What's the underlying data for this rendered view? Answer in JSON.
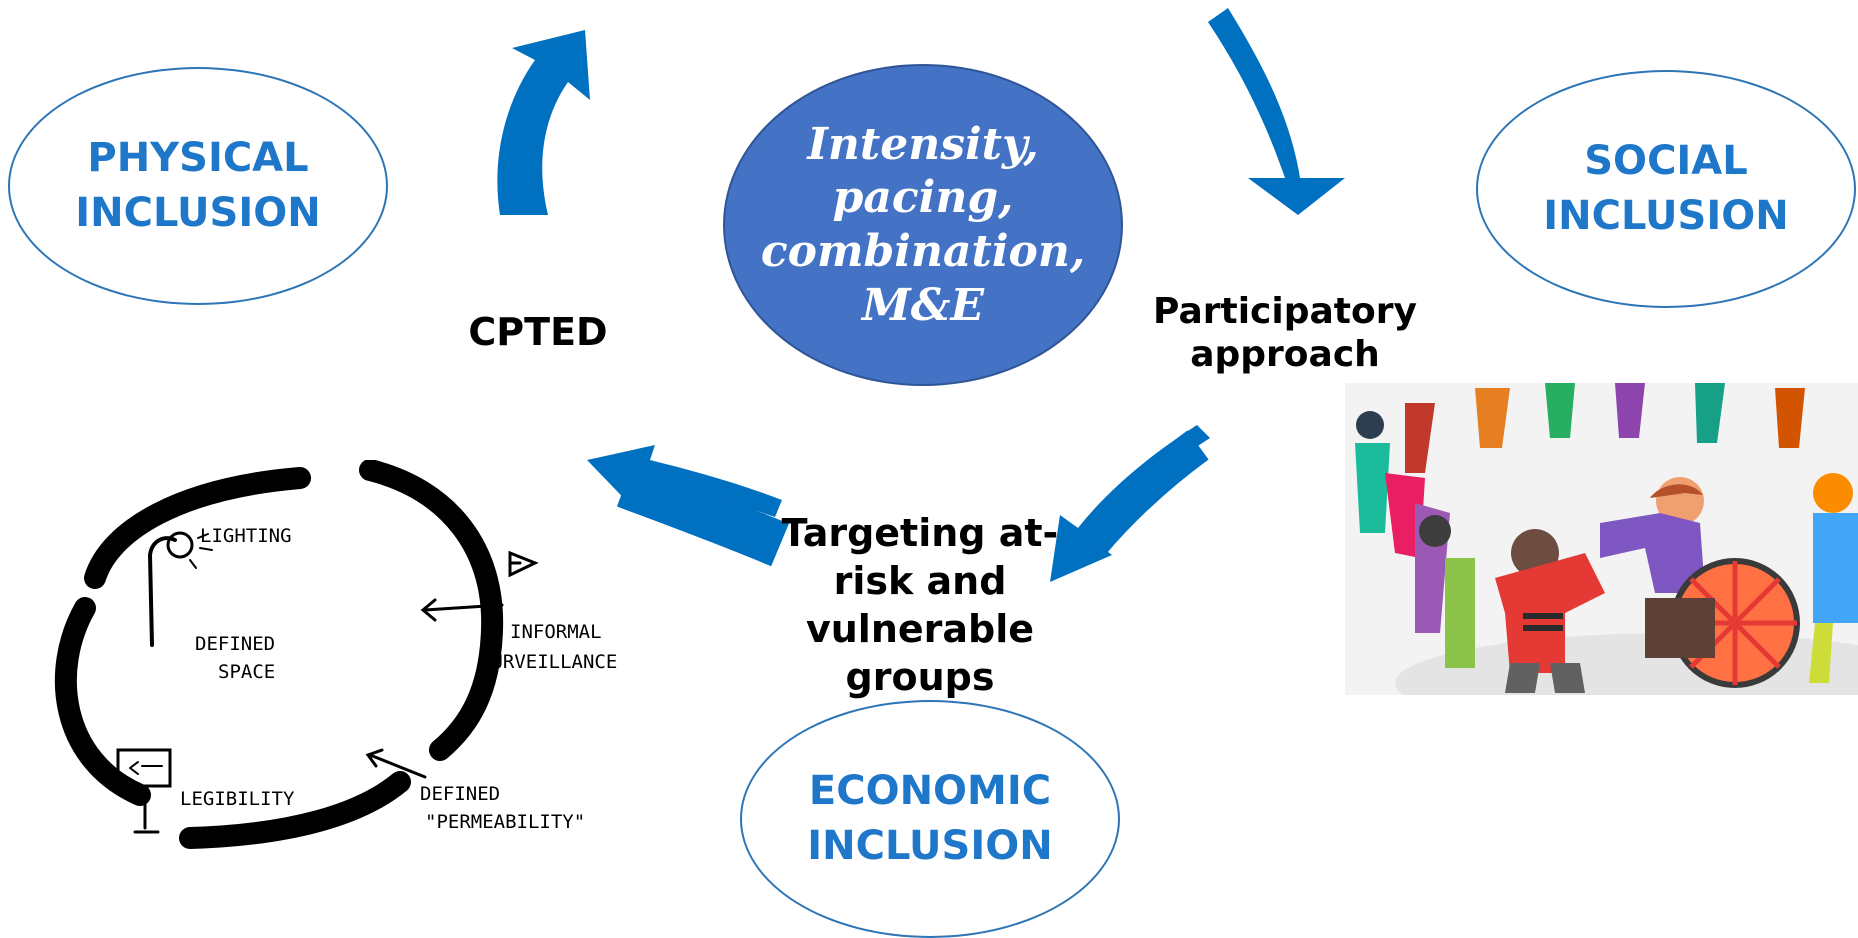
{
  "center": {
    "line1": "Intensity,",
    "line2": "pacing,",
    "line3": "combination,",
    "line4": "M&E"
  },
  "ovals": {
    "physical": {
      "line1": "PHYSICAL",
      "line2": "INCLUSION"
    },
    "social": {
      "line1": "SOCIAL",
      "line2": "INCLUSION"
    },
    "economic": {
      "line1": "ECONOMIC",
      "line2": "INCLUSION"
    }
  },
  "labels": {
    "cpted": "CPTED",
    "participatory": {
      "line1": "Participatory",
      "line2": "approach"
    },
    "targeting": {
      "line1": "Targeting at-",
      "line2": "risk and",
      "line3": "vulnerable",
      "line4": "groups"
    }
  },
  "sketch": {
    "lighting": "LIGHTING",
    "defined_space_1": "DEFINED",
    "defined_space_2": "SPACE",
    "informal": "INFORMAL",
    "surveillance": "SURVEILLANCE",
    "legibility": "LEGIBILITY",
    "defined": "DEFINED",
    "permeability": "\"PERMEABILITY\""
  },
  "colors": {
    "arrow": "#0070c0",
    "oval_text": "#1f77c9",
    "oval_border": "#2e75b6",
    "center_fill": "#4472c4"
  }
}
